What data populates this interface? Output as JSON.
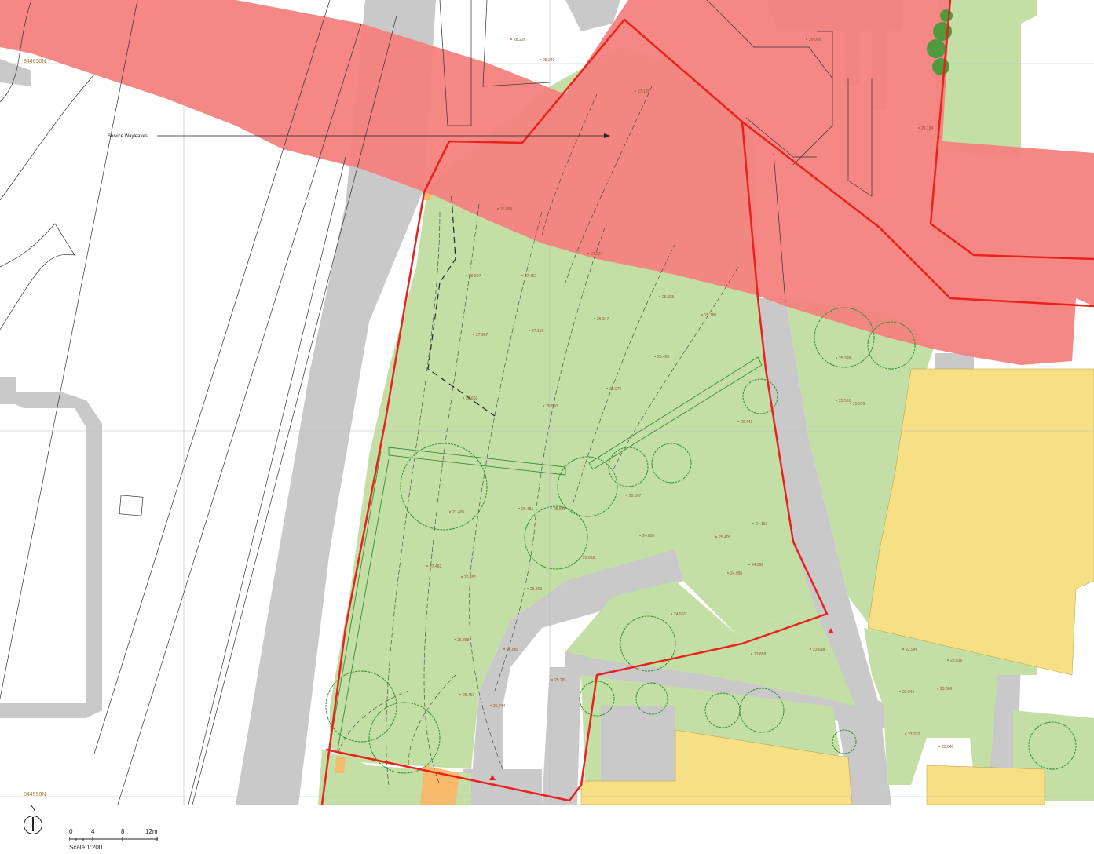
{
  "map": {
    "annotation": "Service Wayleaves",
    "grid_labels": [
      "844650N",
      "844550N"
    ],
    "colors": {
      "wayleave": "#f4817d",
      "boundary": "#e8231f",
      "green": "#c4dfa6",
      "road": "#c9c9c9",
      "building": "#f7df86",
      "orange": "#f6ba6a"
    },
    "spot_levels": [
      "28.226",
      "28.240",
      "27.139",
      "28.069",
      "24.184",
      "26.859",
      "26.597",
      "27.762",
      "27.227",
      "25.825",
      "26.347",
      "27.967",
      "27.151",
      "25.180",
      "25.405",
      "26.602",
      "25.975",
      "26.550",
      "26.441",
      "25.399",
      "25.551",
      "25.376",
      "27.405",
      "26.481",
      "25.836",
      "25.097",
      "24.163",
      "24.856",
      "25.405",
      "24.998",
      "27.462",
      "26.451",
      "25.893",
      "25.062",
      "24.995",
      "24.591",
      "26.858",
      "26.860",
      "26.461",
      "25.744",
      "25.281",
      "23.858",
      "23.698",
      "22.946",
      "23.816",
      "23.306",
      "22.946",
      "23.332",
      "23.640"
    ]
  },
  "legend": {
    "north_label": "N",
    "scale_ticks": [
      "0",
      "4",
      "8",
      "12m"
    ],
    "scale_text": "Scale 1:200"
  }
}
